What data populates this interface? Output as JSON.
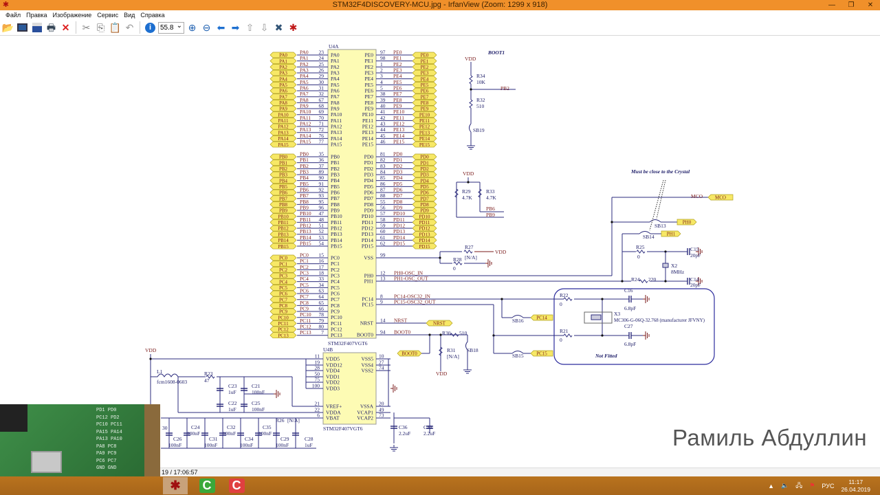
{
  "window": {
    "title": "STM32F4DISCOVERY-MCU.jpg - IrfanView (Zoom: 1299 x 918)",
    "controls": [
      "—",
      "❐",
      "✕"
    ]
  },
  "menu": [
    "Файл",
    "Правка",
    "Изображение",
    "Сервис",
    "Вид",
    "Справка"
  ],
  "toolbar": {
    "zoom_value": "55.8",
    "icons": [
      "open-icon",
      "slideshow-icon",
      "save-icon",
      "print-icon",
      "delete-icon",
      "cut-icon",
      "copy-icon",
      "paste-icon",
      "undo-icon",
      "info-icon",
      "zoom-in-icon",
      "zoom-out-icon",
      "previous-icon",
      "next-icon",
      "page-up-icon",
      "page-down-icon",
      "settings-icon",
      "irfanview-icon"
    ]
  },
  "schematic": {
    "u4a": {
      "ref": "U4A",
      "part": "STM32F407VGT6",
      "groupA": [
        [
          "PA0",
          "23"
        ],
        [
          "PA1",
          "24"
        ],
        [
          "PA2",
          "25"
        ],
        [
          "PA3",
          "26"
        ],
        [
          "PA4",
          "29"
        ],
        [
          "PA5",
          "30"
        ],
        [
          "PA6",
          "31"
        ],
        [
          "PA7",
          "32"
        ],
        [
          "PA8",
          "67"
        ],
        [
          "PA9",
          "68"
        ],
        [
          "PA10",
          "69"
        ],
        [
          "PA11",
          "70"
        ],
        [
          "PA12",
          "71"
        ],
        [
          "PA13",
          "72"
        ],
        [
          "PA14",
          "76"
        ],
        [
          "PA15",
          "77"
        ]
      ],
      "groupE": [
        [
          "PE0",
          "97"
        ],
        [
          "PE1",
          "98"
        ],
        [
          "PE2",
          "1"
        ],
        [
          "PE3",
          "2"
        ],
        [
          "PE4",
          "3"
        ],
        [
          "PE5",
          "4"
        ],
        [
          "PE6",
          "5"
        ],
        [
          "PE7",
          "38"
        ],
        [
          "PE8",
          "39"
        ],
        [
          "PE9",
          "40"
        ],
        [
          "PE10",
          "41"
        ],
        [
          "PE11",
          "42"
        ],
        [
          "PE12",
          "43"
        ],
        [
          "PE13",
          "44"
        ],
        [
          "PE14",
          "45"
        ],
        [
          "PE15",
          "46"
        ]
      ],
      "groupB": [
        [
          "PB0",
          "35"
        ],
        [
          "PB1",
          "36"
        ],
        [
          "PB2",
          "37"
        ],
        [
          "PB3",
          "89"
        ],
        [
          "PB4",
          "90"
        ],
        [
          "PB5",
          "91"
        ],
        [
          "PB6",
          "92"
        ],
        [
          "PB7",
          "93"
        ],
        [
          "PB8",
          "95"
        ],
        [
          "PB9",
          "96"
        ],
        [
          "PB10",
          "47"
        ],
        [
          "PB11",
          "48"
        ],
        [
          "PB12",
          "51"
        ],
        [
          "PB13",
          "52"
        ],
        [
          "PB14",
          "53"
        ],
        [
          "PB15",
          "54"
        ]
      ],
      "groupD": [
        [
          "PD0",
          "81"
        ],
        [
          "PD1",
          "82"
        ],
        [
          "PD2",
          "83"
        ],
        [
          "PD3",
          "84"
        ],
        [
          "PD4",
          "85"
        ],
        [
          "PD5",
          "86"
        ],
        [
          "PD6",
          "87"
        ],
        [
          "PD7",
          "88"
        ],
        [
          "PD8",
          "55"
        ],
        [
          "PD9",
          "56"
        ],
        [
          "PD10",
          "57"
        ],
        [
          "PD11",
          "58"
        ],
        [
          "PD12",
          "59"
        ],
        [
          "PD13",
          "60"
        ],
        [
          "PD14",
          "61"
        ],
        [
          "PD15",
          "62"
        ]
      ],
      "groupC": [
        [
          "PC0",
          "15"
        ],
        [
          "PC1",
          "16"
        ],
        [
          "PC2",
          "17"
        ],
        [
          "PC3",
          "18"
        ],
        [
          "PC4",
          "33"
        ],
        [
          "PC5",
          "34"
        ],
        [
          "PC6",
          "63"
        ],
        [
          "PC7",
          "64"
        ],
        [
          "PC8",
          "65"
        ],
        [
          "PC9",
          "66"
        ],
        [
          "PC10",
          "78"
        ],
        [
          "PC11",
          "79"
        ],
        [
          "PC12",
          "80"
        ],
        [
          "PC13",
          "7"
        ]
      ],
      "misc": [
        [
          "VSS",
          "99",
          ""
        ],
        [
          "PH0",
          "12",
          "PH0-OSC_IN"
        ],
        [
          "PH1",
          "13",
          "PH1-OSC_OUT"
        ],
        [
          "PC14",
          "8",
          "PC14-OSC32_IN"
        ],
        [
          "PC15",
          "9",
          "PC15-OSC32_OUT"
        ],
        [
          "NRST",
          "14",
          "NRST"
        ],
        [
          "BOOT0",
          "94",
          "BOOT0"
        ]
      ]
    },
    "u4b": {
      "ref": "U4B",
      "part": "STM32F407VGT6",
      "left": [
        [
          "VDD5",
          "11"
        ],
        [
          "VDD12",
          "19"
        ],
        [
          "VDD4",
          "28"
        ],
        [
          "VDD1",
          "50"
        ],
        [
          "VDD2",
          "75"
        ],
        [
          "VDD3",
          "100"
        ],
        [
          "VREF+",
          "21"
        ],
        [
          "VDDA",
          "22"
        ],
        [
          "VBAT",
          "6"
        ]
      ],
      "right": [
        [
          "VSS5",
          "10"
        ],
        [
          "VSS4",
          "27"
        ],
        [
          "VSS2",
          "74"
        ],
        [
          "VSSA",
          "20"
        ],
        [
          "VCAP1",
          "49"
        ],
        [
          "VCAP2",
          "73"
        ]
      ]
    },
    "labels": {
      "boot1": "BOOT1",
      "vdd": "VDD",
      "r34": "R34",
      "r34v": "10K",
      "pb2": "PB2",
      "r32": "R32",
      "r32v": "510",
      "sb19": "SB19",
      "r29": "R29",
      "r29v": "4.7K",
      "r33": "R33",
      "r33v": "4.7K",
      "pb6": "PB6",
      "pb9": "PB9",
      "crystal_note": "Must be close to the Crystal",
      "mco": "MCO",
      "sb13": "SB13",
      "ph0": "PH0",
      "sb14": "SB14",
      "ph1": "PH1",
      "r25": "R25",
      "r25v": "0",
      "c15": "C15",
      "c15v": "20pF",
      "x2": "X2",
      "x2v": "8MHz",
      "r24": "R24",
      "r24v": "220",
      "c14": "C14",
      "c14v": "20pF",
      "r27": "R27",
      "r27v": "[N/A]",
      "r28": "R28",
      "r28v": "0",
      "r22": "R22",
      "r22v": "0",
      "c16": "C16",
      "c16v": "6.8pF",
      "x3": "X3",
      "x3v": "MC306-G-06Q-32.768 (manufacturer JFVNY)",
      "r21": "R21",
      "r21v": "0",
      "c27": "C27",
      "c27v": "6.8pF",
      "not_fitted": "Not Fitted",
      "sb16": "SB16",
      "pc14": "PC14",
      "sb15": "SB15",
      "pc15": "PC15",
      "nrst": "NRST",
      "boot0": "BOOT0",
      "r30": "R30",
      "r30v": "510",
      "r31": "R31",
      "r31v": "[N/A]",
      "sb18": "SB18",
      "l1": "L1",
      "l1v": "fcm1608-0603",
      "r23": "R23",
      "r23v": "47",
      "c23": "C23",
      "c23v": "1uF",
      "c21": "C21",
      "c21v": "100nF",
      "c22": "C22",
      "c22v": "1uF",
      "c25": "C25",
      "c25v": "100nF",
      "c24": "C24",
      "c26": "C26",
      "c31": "C31",
      "c32": "C32",
      "c34": "C34",
      "c35": "C35",
      "c29": "C29",
      "c28": "C28",
      "c28v": "1uF",
      "n100": "100nF",
      "r26": "R26",
      "r26v": "[N/A]",
      "c30": "30",
      "c36": "C36",
      "c36v": "2.2uF",
      "c33": "C33",
      "c33v": "2.2uF"
    }
  },
  "webcam": {
    "pins": [
      "PD1 PD0",
      "PC12 PD2",
      "PC10 PC11",
      "PA15 PA14",
      "PA13 PA10",
      "PA8 PC8",
      "PA9 PC9",
      "PC6 PC7",
      "GND GND"
    ]
  },
  "status": {
    "text": "19 / 17:06:57"
  },
  "watermark": "Рамиль Абдуллин",
  "taskbar": {
    "apps": [
      "irfanview-icon",
      "green-c-app-icon",
      "red-c-app-icon"
    ],
    "lang": "РУС",
    "time": "11:17",
    "date": "26.04.2019"
  },
  "colors": {
    "titlebar": "#f0902a",
    "flag": "#f7e866",
    "chip": "#fdfbb4",
    "wire": "#2b2b7c",
    "net": "#7a1a1a"
  }
}
